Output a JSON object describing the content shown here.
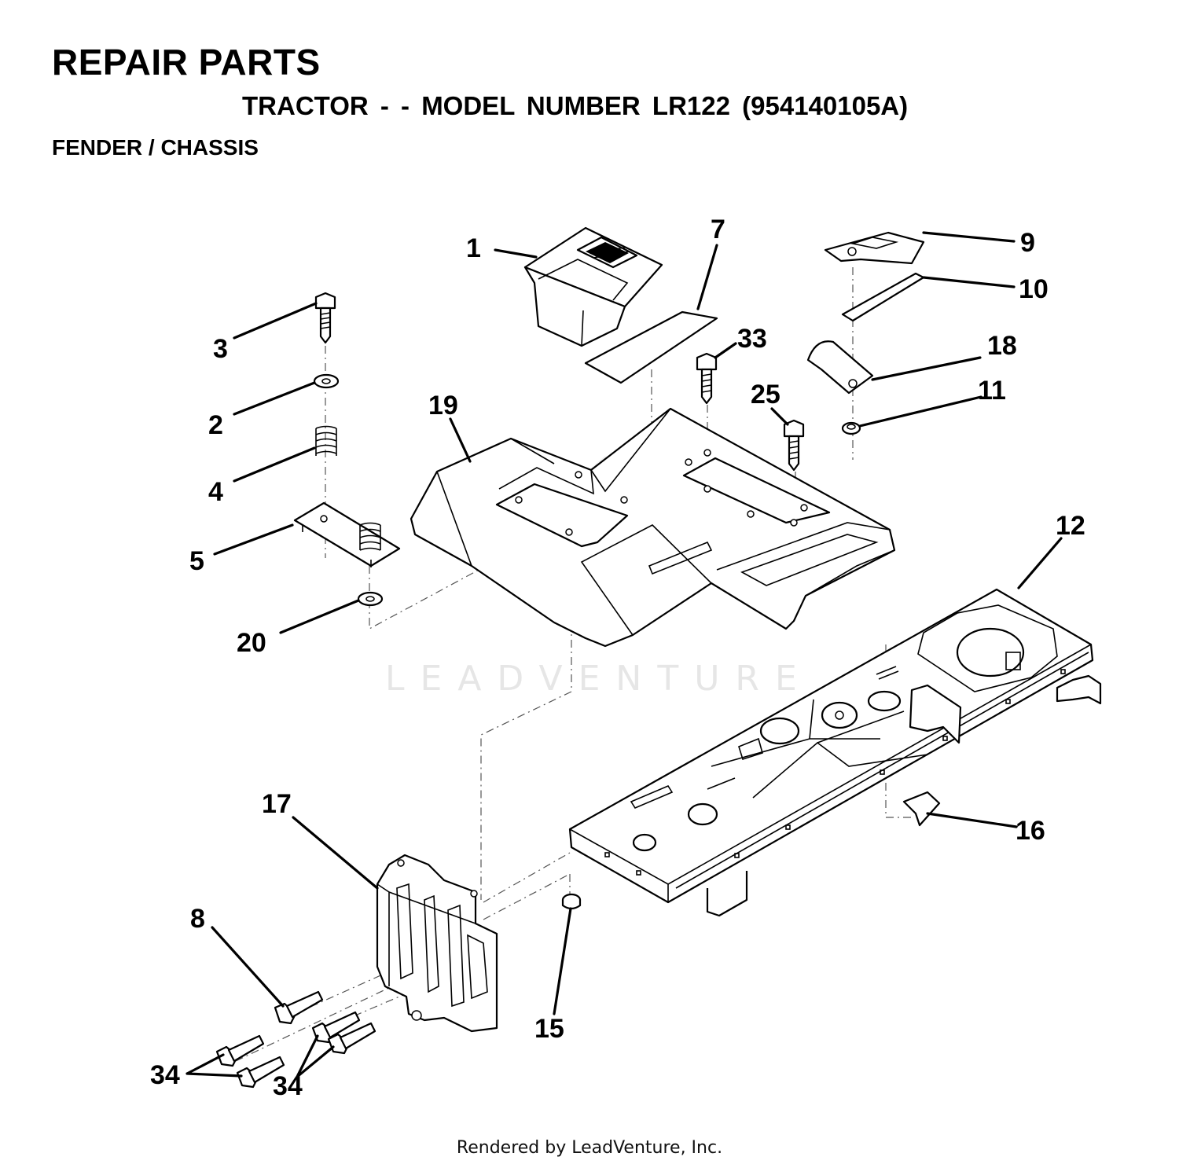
{
  "header": {
    "title": "REPAIR PARTS",
    "subtitle": "TRACTOR - - MODEL NUMBER LR122 (954140105A)",
    "section": "FENDER / CHASSIS"
  },
  "watermark": "LEADVENTURE",
  "footer": "Rendered by LeadVenture, Inc.",
  "callouts": {
    "c1": "1",
    "c2": "2",
    "c3": "3",
    "c4": "4",
    "c5": "5",
    "c7": "7",
    "c8": "8",
    "c9": "9",
    "c10": "10",
    "c11": "11",
    "c12": "12",
    "c15": "15",
    "c16": "16",
    "c17": "17",
    "c18": "18",
    "c19": "19",
    "c20": "20",
    "c25": "25",
    "c33": "33",
    "c34a": "34",
    "c34b": "34"
  }
}
